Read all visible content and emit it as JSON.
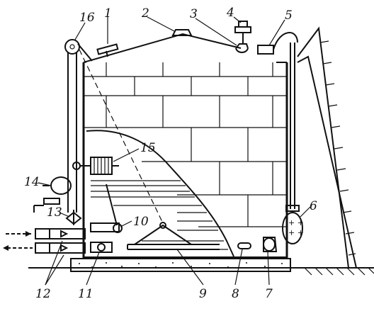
{
  "diagram": {
    "callouts": [
      "1",
      "2",
      "3",
      "4",
      "5",
      "6",
      "7",
      "8",
      "9",
      "10",
      "11",
      "12",
      "13",
      "14",
      "15",
      "16"
    ],
    "arrows": [
      "inflow-arrow",
      "outflow-arrow"
    ],
    "colors": {
      "ink": "#111111",
      "paper": "#ffffff",
      "liquid_hatch": "#222222"
    },
    "icons": [
      "tank-body",
      "roof",
      "ladder",
      "pulley",
      "winch-drum",
      "breathing-valve",
      "fire-arrester",
      "gauge-hatch",
      "level-indicator",
      "float",
      "manhole",
      "siphon-valve",
      "swing-pipe",
      "heater"
    ]
  }
}
